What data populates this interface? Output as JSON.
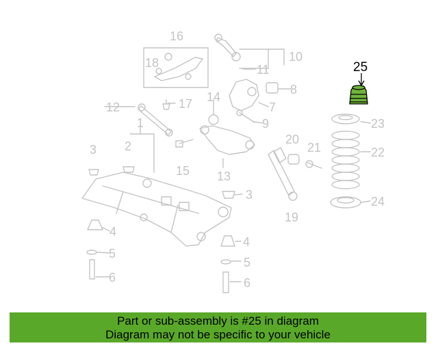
{
  "colors": {
    "ghost": "#c4c4c4",
    "highlight_fill": "#6fb43b",
    "banner_bg": "#5aa829",
    "text": "#000000"
  },
  "highlighted_part": "25",
  "callouts": {
    "c1": "1",
    "c2": "2",
    "c3a": "3",
    "c3b": "3",
    "c4a": "4",
    "c4b": "4",
    "c5a": "5",
    "c5b": "5",
    "c6a": "6",
    "c6b": "6",
    "c7": "7",
    "c8": "8",
    "c9": "9",
    "c10": "10",
    "c11": "11",
    "c12": "12",
    "c13": "13",
    "c14": "14",
    "c15": "15",
    "c16": "16",
    "c17": "17",
    "c18": "18",
    "c19": "19",
    "c20": "20",
    "c21": "21",
    "c22": "22",
    "c23": "23",
    "c24": "24",
    "c25": "25"
  },
  "banner": {
    "line1": "Part or sub-assembly is #25 in diagram",
    "line2": "Diagram may not be specific to your vehicle"
  }
}
